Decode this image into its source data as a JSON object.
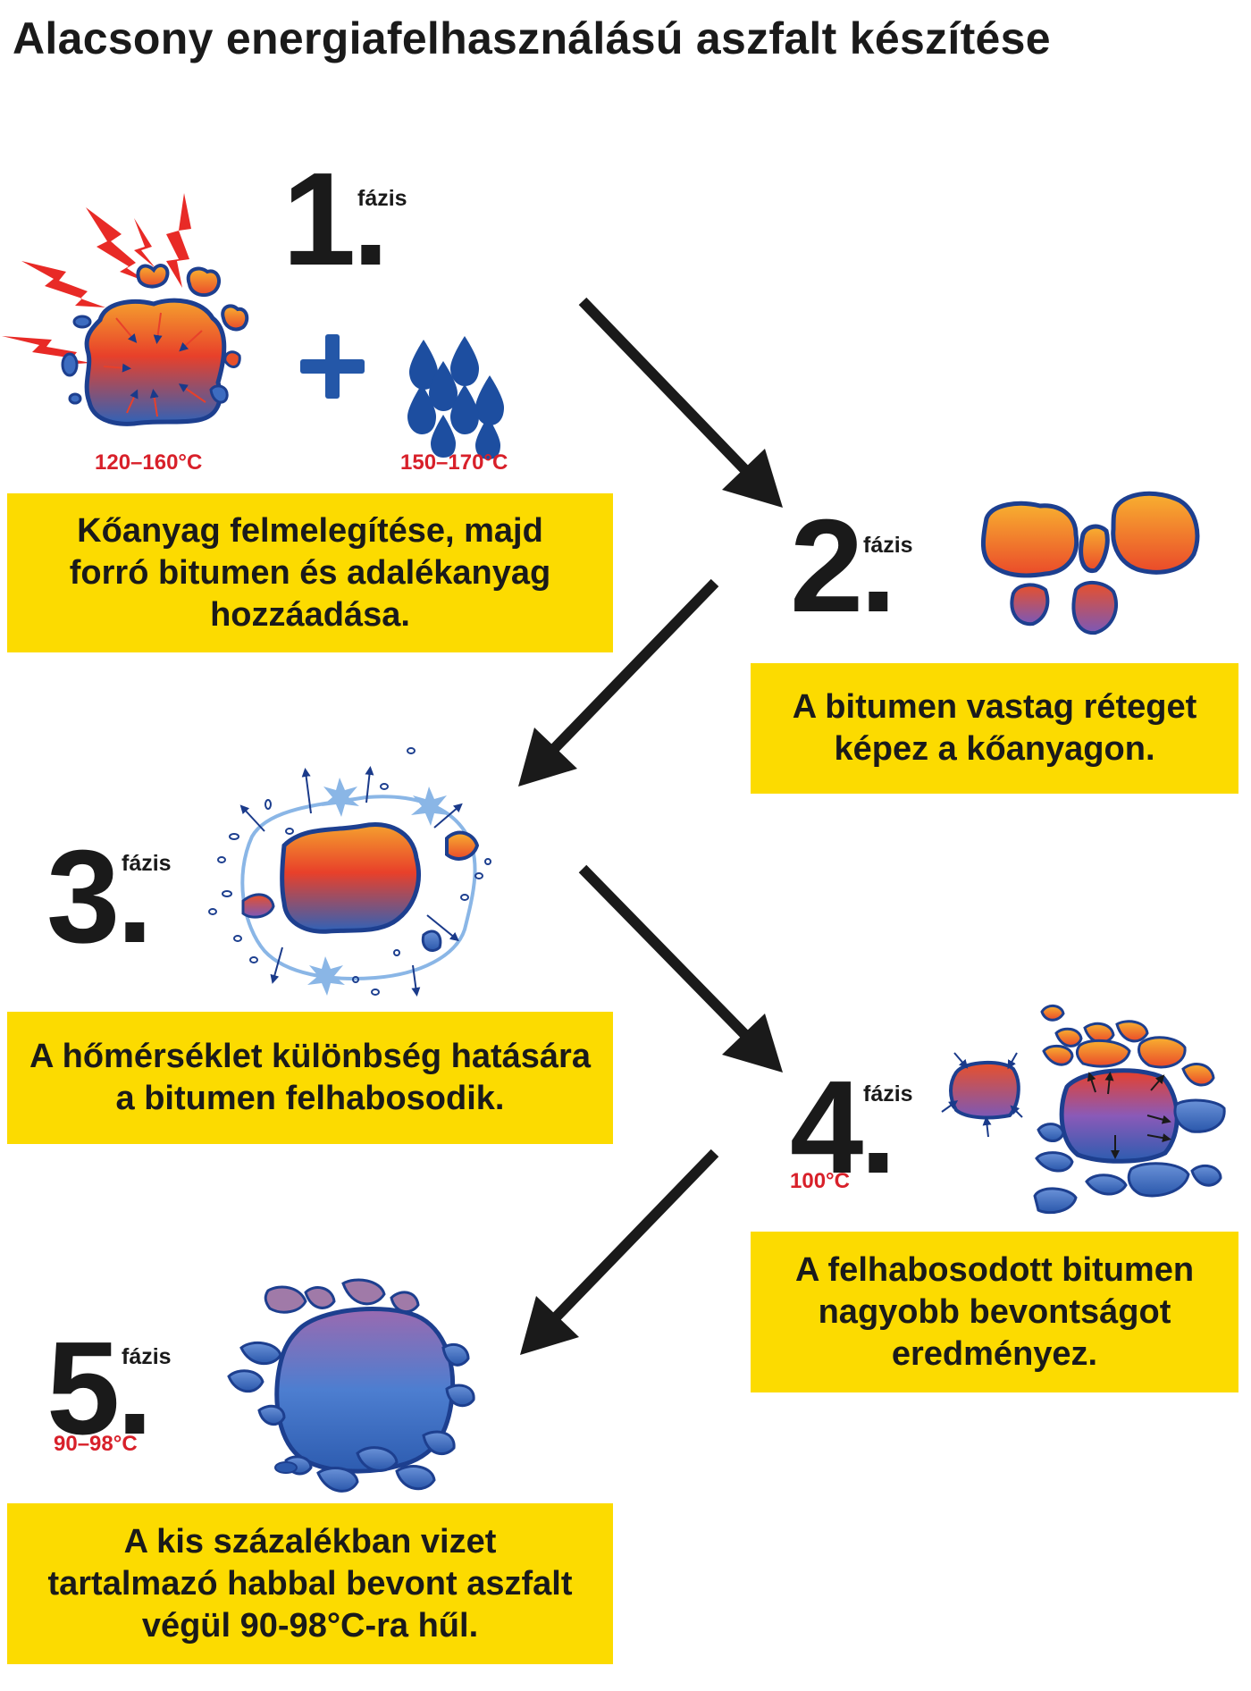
{
  "title": "Alacsony energiafelhasználású aszfalt készítése",
  "phase_word": "fázis",
  "phases": [
    {
      "number": "1.",
      "temps": [
        "120–160°C",
        "150–170°C"
      ],
      "lines": [
        "Kőanyag felmelegítése, majd",
        "forró bitumen és adalékanyag",
        "hozzáadása."
      ]
    },
    {
      "number": "2.",
      "lines": [
        "A bitumen vastag réteget",
        "képez a kőanyagon."
      ]
    },
    {
      "number": "3.",
      "lines": [
        "A hőmérséklet különbség hatására",
        "a bitumen felhabosodik."
      ]
    },
    {
      "number": "4.",
      "temps": [
        "100°C"
      ],
      "lines": [
        "A felhabosodott bitumen",
        "nagyobb bevontságot",
        "eredményez."
      ]
    },
    {
      "number": "5.",
      "temps": [
        "90–98°C"
      ],
      "lines": [
        "A kis százalékban vizet",
        "tartalmazó habbal bevont aszfalt",
        "végül 90-98°C-ra hűl."
      ]
    }
  ],
  "colors": {
    "box": "#fcdb00",
    "temp": "#d8202a",
    "hot": "#f08a2a",
    "warm": "#e8402a",
    "cold": "#2f62b8",
    "outline": "#1d3f8f"
  }
}
